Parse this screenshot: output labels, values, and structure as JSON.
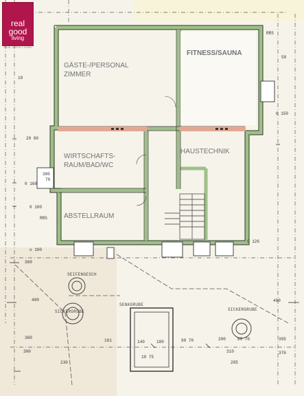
{
  "logo": {
    "line1": "real",
    "line2": "good",
    "line3": "living",
    "tagline": "REAL GOOD LIVING"
  },
  "rooms": {
    "gaeste_1": "GÄSTE-/PERSONAL",
    "gaeste_2": "ZIMMER",
    "fitness": "FITNESS/SAUNA",
    "wirtschaft_1": "WIRTSCHAFTS-",
    "wirtschaft_2": "RAUM/BAD/WC",
    "haustechnik": "HAUSTECHNIK",
    "abstell": "ABSTELLRAUM"
  },
  "exterior": {
    "seifengesch": "SEIFENGESCH",
    "sickergrube": "SICKERGRUBE",
    "senkgrube": "SENKGRUBE",
    "sickergrube_r": "SICKERGRUBE"
  },
  "dims": {
    "d_rrs_top": "RRS",
    "d_50": "50",
    "d_150": "0 150",
    "d_2090": "20  90",
    "d_300": "300",
    "d_70": "70",
    "d_0160": "0 160",
    "d_0100": "0 100",
    "d_rrs_left": "RRS",
    "d_o100": "o 100",
    "d_126": "0 126",
    "d_360": "360",
    "d_400": "400",
    "d_400r": "400",
    "d_360b": "360",
    "d_300b": "300",
    "d_161": "161",
    "d_230": "230",
    "d_140": "140",
    "d_180": "180",
    "d_9070": "90 70",
    "d_1075": "10 75",
    "d_200": "200",
    "d_6070": "60 70",
    "d_395": "395",
    "d_376": "376",
    "d_310": "310",
    "d_285": "285",
    "d_i10": "10"
  }
}
